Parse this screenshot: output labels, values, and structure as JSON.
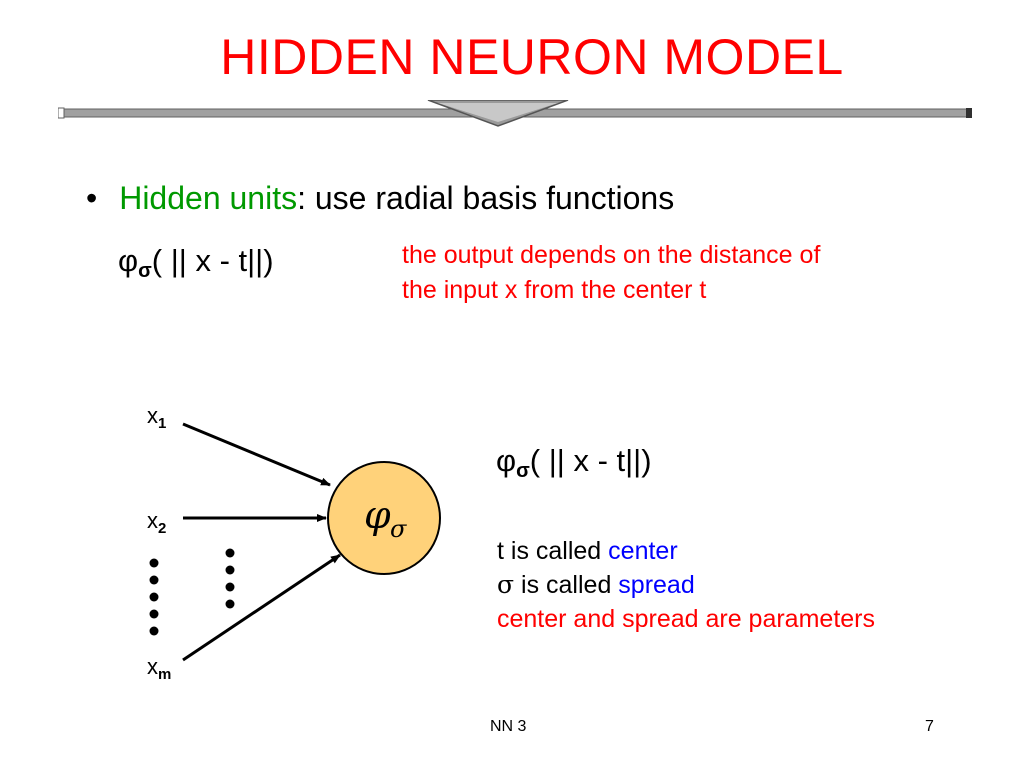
{
  "slide": {
    "title": "HIDDEN NEURON MODEL",
    "bullet": {
      "marker": "•",
      "highlight": "Hidden units",
      "rest": ": use radial basis functions"
    },
    "formula": {
      "phi": "φ",
      "subscript": "σ",
      "argument": "( || x - t||)"
    },
    "note_lines": [
      "the output depends on the distance of",
      "the input x from the center t"
    ],
    "diagram": {
      "inputs": [
        {
          "base": "x",
          "sub": "1"
        },
        {
          "base": "x",
          "sub": "2"
        },
        {
          "base": "x",
          "sub": "m"
        }
      ],
      "neuron_symbol": "φ",
      "neuron_subscript": "σ"
    },
    "description": {
      "line1_prefix": "t is called ",
      "line1_term": "center",
      "line2_symbol": "σ",
      "line2_prefix": " is called ",
      "line2_term": "spread",
      "line3": "center and spread are parameters"
    },
    "footer": {
      "center": "NN 3",
      "page_number": "7"
    },
    "colors": {
      "title": "#ff0000",
      "highlight": "#009900",
      "note": "#ff0000",
      "term": "#0000ff",
      "neuron_fill": "#ffd27a"
    }
  }
}
